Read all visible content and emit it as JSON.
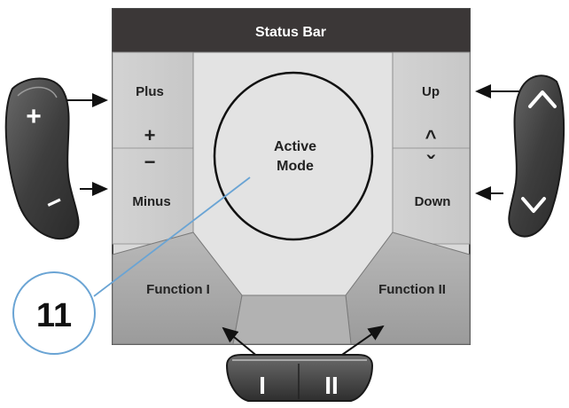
{
  "status_bar": {
    "label": "Status Bar"
  },
  "panel": {
    "plus_label": "Plus",
    "plus_symbol": "+",
    "minus_symbol": "−",
    "minus_label": "Minus",
    "up_label": "Up",
    "up_symbol": "^",
    "down_symbol": "ˇ",
    "down_label": "Down",
    "center_line1": "Active",
    "center_line2": "Mode",
    "function1_label": "Function I",
    "function2_label": "Function II"
  },
  "callout": {
    "number": "11"
  },
  "remote_left": {
    "top_symbol": "+",
    "bottom_symbol": "−"
  },
  "remote_bottom": {
    "left_symbol": "I",
    "right_symbol": "II"
  },
  "colors": {
    "status_bar_bg": "#3a3636",
    "panel_bg": "#d8d8d8",
    "center_bg": "#e2e2e2",
    "function_bg": "#a9a9a9",
    "callout_line": "#6aa4d4",
    "remote_body": "#4a4a4a"
  }
}
